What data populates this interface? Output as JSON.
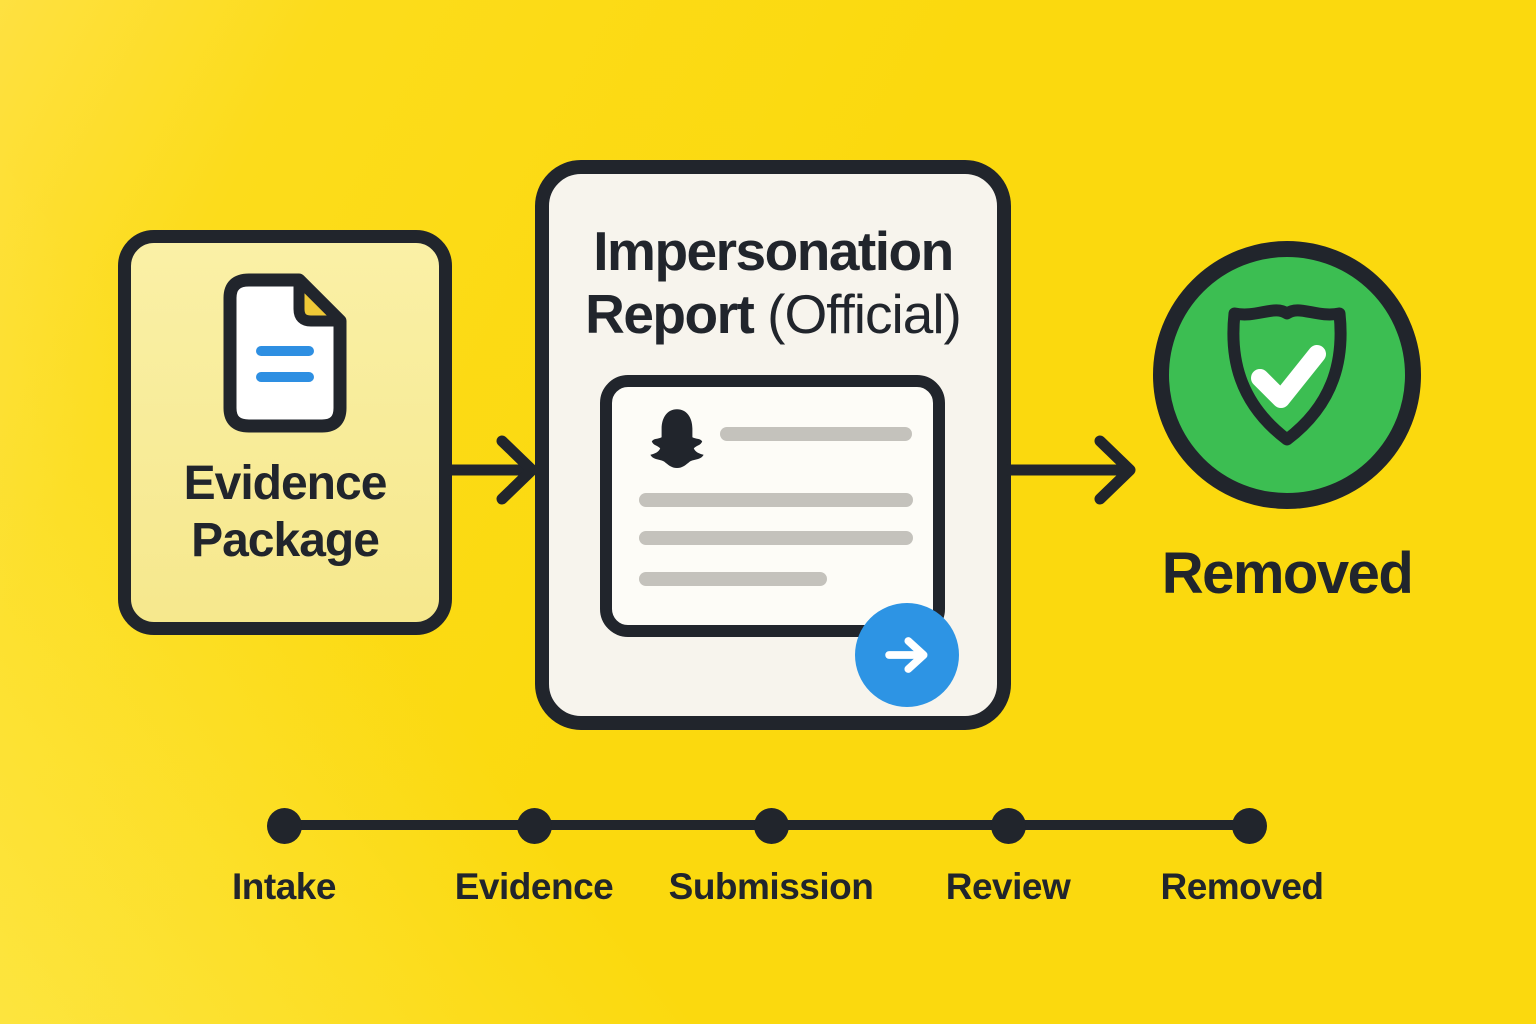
{
  "colors": {
    "background_yellow": "#FBD90F",
    "ink": "#21252C",
    "evidence_card_yellow": "#F8EC95",
    "report_card_offwhite": "#F7F4ED",
    "preview_white": "#FDFCF7",
    "placeholder_gray": "#C4C2BC",
    "accent_blue": "#2D94E4",
    "doc_line_blue": "#2E8FE2",
    "fold_yellow": "#EFC937",
    "success_green": "#3CBE52"
  },
  "flow": {
    "evidence_card": {
      "icon": "document-icon",
      "title_line1": "Evidence",
      "title_line2": "Package"
    },
    "connector_icon": "arrow-right-icon",
    "report_card": {
      "title_line1": "Impersonation",
      "title_line2_bold": "Report",
      "title_line2_suffix": "(Official)",
      "logo_icon": "snapchat-ghost-icon",
      "submit_icon": "arrow-right-circle-icon",
      "placeholder_line_count": 4
    },
    "result": {
      "icon": "shield-check-icon",
      "label": "Removed"
    }
  },
  "timeline": {
    "steps": [
      {
        "label": "Intake"
      },
      {
        "label": "Evidence"
      },
      {
        "label": "Submission"
      },
      {
        "label": "Review"
      },
      {
        "label": "Removed"
      }
    ]
  }
}
